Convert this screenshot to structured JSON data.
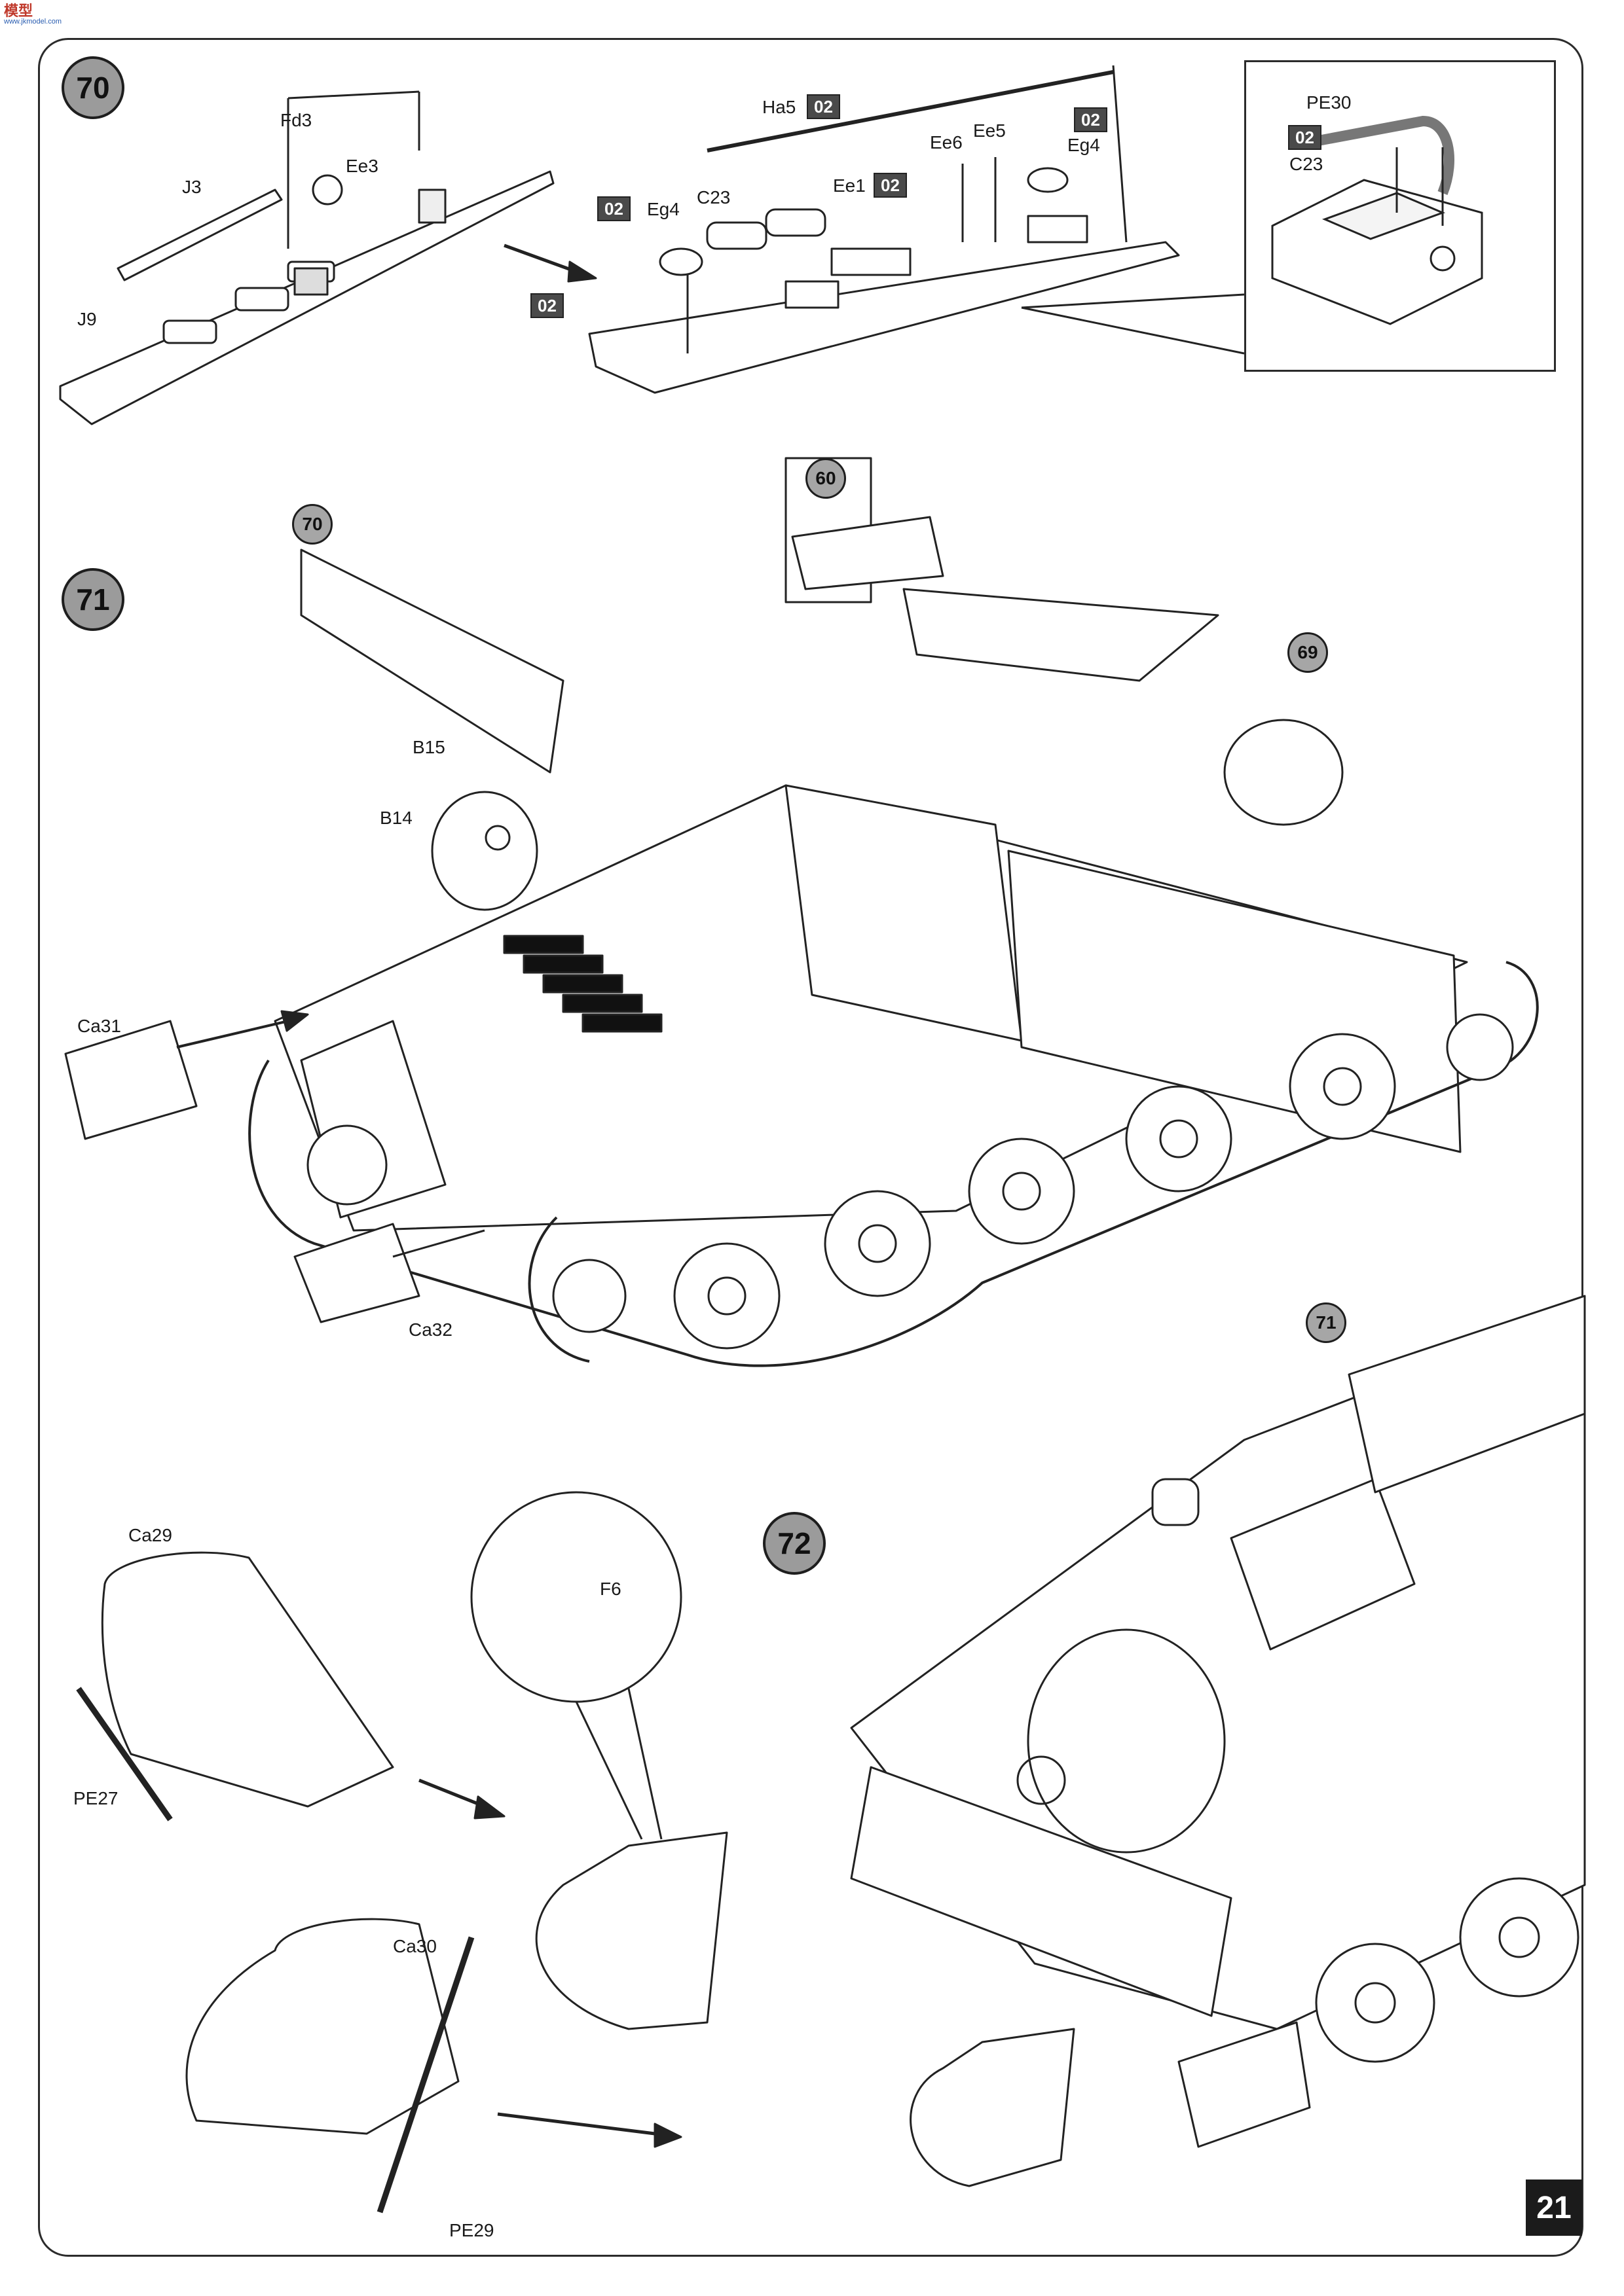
{
  "corner_logo": {
    "text": "模型",
    "subtext": "www.jkmodel.com"
  },
  "page_number": "21",
  "steps": {
    "s70": "70",
    "s71": "71",
    "s72": "72"
  },
  "refs": {
    "r70": "70",
    "r60": "60",
    "r69": "69",
    "r71": "71"
  },
  "step70": {
    "parts": {
      "fd3": "Fd3",
      "ee3": "Ee3",
      "j3": "J3",
      "j9": "J9",
      "ha5": "Ha5",
      "ee6": "Ee6",
      "ee5": "Ee5",
      "eg4_right": "Eg4",
      "eg4_left": "Eg4",
      "c23": "C23",
      "ee1": "Ee1"
    },
    "sprues": {
      "ha5_tag": "02",
      "eg4_right_tag": "02",
      "eg4_left_tag": "02",
      "ee1_tag": "02",
      "plate_tag": "02"
    },
    "inset": {
      "pe30": "PE30",
      "sprue_tag": "02",
      "c23": "C23"
    }
  },
  "step71": {
    "parts": {
      "b15": "B15",
      "b14": "B14",
      "ca31": "Ca31",
      "ca32": "Ca32"
    }
  },
  "step72": {
    "parts": {
      "ca29": "Ca29",
      "pe27": "PE27",
      "f6": "F6",
      "ca30": "Ca30",
      "pe29": "PE29"
    }
  }
}
